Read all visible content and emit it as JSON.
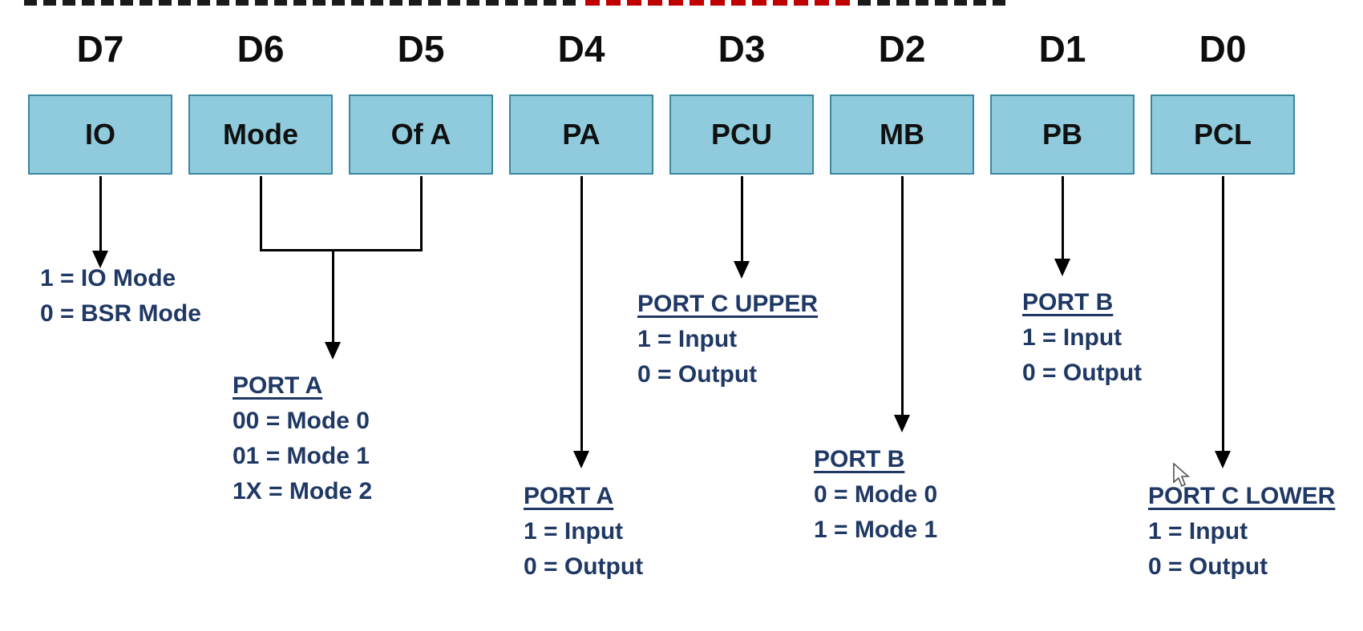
{
  "bit_labels": [
    "D7",
    "D6",
    "D5",
    "D4",
    "D3",
    "D2",
    "D1",
    "D0"
  ],
  "box_labels": [
    "IO",
    "Mode",
    "Of A",
    "PA",
    "PCU",
    "MB",
    "PB",
    "PCL"
  ],
  "annotations": {
    "d7": {
      "lines": [
        "1 = IO Mode",
        "0 = BSR Mode"
      ]
    },
    "d6_d5": {
      "header": "PORT A",
      "lines": [
        "00 = Mode 0",
        "01 = Mode 1",
        "1X = Mode 2"
      ]
    },
    "d4": {
      "header": "PORT A",
      "lines": [
        "1 = Input",
        "0 = Output"
      ]
    },
    "d3": {
      "header": "PORT C UPPER",
      "lines": [
        "1 = Input",
        "0 = Output"
      ]
    },
    "d2": {
      "header": "PORT B",
      "lines": [
        "0 = Mode 0",
        "1 = Mode 1"
      ]
    },
    "d1": {
      "header": "PORT B",
      "lines": [
        "1 = Input",
        "0 = Output"
      ]
    },
    "d0": {
      "header": "PORT C LOWER",
      "lines": [
        "1 = Input",
        "0 = Output"
      ]
    }
  },
  "colors": {
    "box_fill": "#8FCBDC",
    "box_border": "#3A87A0",
    "note_text": "#1F3864",
    "arrow": "#000000",
    "cropped_title_accent": "#c00000"
  }
}
